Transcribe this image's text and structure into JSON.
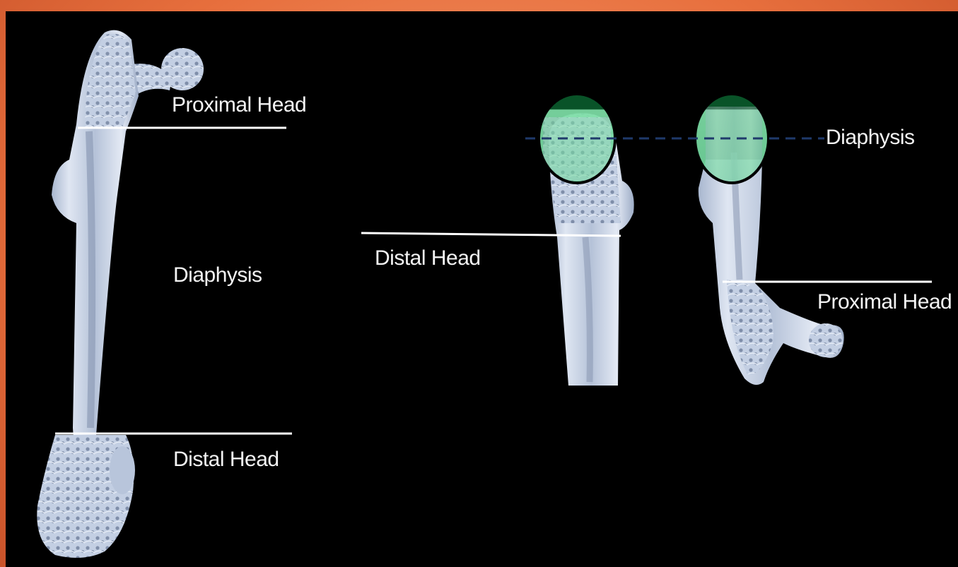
{
  "left_bone": {
    "labels": {
      "proximal": "Proximal Head",
      "diaphysis": "Diaphysis",
      "distal": "Distal Head"
    }
  },
  "right_section": {
    "labels": {
      "distal": "Distal Head",
      "diaphysis": "Diaphysis",
      "proximal": "Proximal Head"
    }
  },
  "colors": {
    "background_frame": "#f07a4a",
    "panel": "#000000",
    "bone": "#c9d4e6",
    "highlight_fill": "#7fe0a8",
    "highlight_dark": "#0b4a24",
    "dashed_line": "#1f3a6b",
    "divider_line": "#ffffff"
  }
}
